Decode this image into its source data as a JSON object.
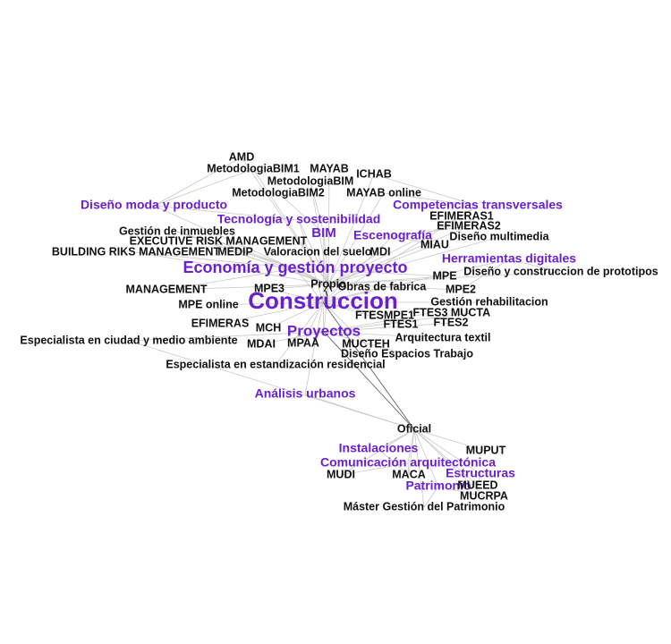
{
  "colors": {
    "category": "#6a1fd0",
    "node": "#111111",
    "edge": "#c8c8c8"
  },
  "graph": {
    "nodes": [
      {
        "id": "construccion",
        "label": "Construccion",
        "kind": "category"
      },
      {
        "id": "economia",
        "label": "Economía y gestión proyecto",
        "kind": "category"
      },
      {
        "id": "proyectos",
        "label": "Proyectos",
        "kind": "category"
      },
      {
        "id": "bim",
        "label": "BIM",
        "kind": "category"
      },
      {
        "id": "tecnologia",
        "label": "Tecnología y sostenibilidad",
        "kind": "category"
      },
      {
        "id": "diseno_moda",
        "label": "Diseño moda y producto",
        "kind": "category"
      },
      {
        "id": "competencias",
        "label": "Competencias transversales",
        "kind": "category"
      },
      {
        "id": "escenografia",
        "label": "Escenografía",
        "kind": "category"
      },
      {
        "id": "herramientas",
        "label": "Herramientas digitales",
        "kind": "category"
      },
      {
        "id": "analisis",
        "label": "Análisis urbanos",
        "kind": "category"
      },
      {
        "id": "instalaciones",
        "label": "Instalaciones",
        "kind": "category"
      },
      {
        "id": "comunicacion",
        "label": "Comunicación arquitectónica",
        "kind": "category"
      },
      {
        "id": "estructuras",
        "label": "Estructuras",
        "kind": "category"
      },
      {
        "id": "patrimonio",
        "label": "Patrimonio",
        "kind": "category"
      },
      {
        "id": "propio",
        "label": "Propio",
        "kind": "node"
      },
      {
        "id": "oficial",
        "label": "Oficial",
        "kind": "node"
      },
      {
        "id": "amd",
        "label": "AMD",
        "kind": "node"
      },
      {
        "id": "metbim1",
        "label": "MetodologiaBIM1",
        "kind": "node"
      },
      {
        "id": "mayab",
        "label": "MAYAB",
        "kind": "node"
      },
      {
        "id": "ichab",
        "label": "ICHAB",
        "kind": "node"
      },
      {
        "id": "metbim",
        "label": "MetodologiaBIM",
        "kind": "node"
      },
      {
        "id": "metbim2",
        "label": "MetodologiaBIM2",
        "kind": "node"
      },
      {
        "id": "mayabonline",
        "label": "MAYAB online",
        "kind": "node"
      },
      {
        "id": "efimeras1",
        "label": "EFIMERAS1",
        "kind": "node"
      },
      {
        "id": "efimeras2",
        "label": "EFIMERAS2",
        "kind": "node"
      },
      {
        "id": "disenomulti",
        "label": "Diseño multimedia",
        "kind": "node"
      },
      {
        "id": "miau",
        "label": "MIAU",
        "kind": "node"
      },
      {
        "id": "gestioninm",
        "label": "Gestión de inmuebles",
        "kind": "node"
      },
      {
        "id": "executive",
        "label": "EXECUTIVE RISK MANAGEMENT",
        "kind": "node"
      },
      {
        "id": "building",
        "label": "BUILDING RIKS MANAGEMENT",
        "kind": "node"
      },
      {
        "id": "medip",
        "label": "MEDIP",
        "kind": "node"
      },
      {
        "id": "valoracion",
        "label": "Valoracion del suelo",
        "kind": "node"
      },
      {
        "id": "mdi",
        "label": "MDI",
        "kind": "node"
      },
      {
        "id": "mpe",
        "label": "MPE",
        "kind": "node"
      },
      {
        "id": "disenoproto",
        "label": "Diseño y construccion de prototipos",
        "kind": "node"
      },
      {
        "id": "management",
        "label": "MANAGEMENT",
        "kind": "node"
      },
      {
        "id": "mpe3",
        "label": "MPE3",
        "kind": "node"
      },
      {
        "id": "obras",
        "label": "Obras de fabrica",
        "kind": "node"
      },
      {
        "id": "mpe2",
        "label": "MPE2",
        "kind": "node"
      },
      {
        "id": "mpeonline",
        "label": "MPE online",
        "kind": "node"
      },
      {
        "id": "gestionrehab",
        "label": "Gestión rehabilitacion",
        "kind": "node"
      },
      {
        "id": "ftesmpe1",
        "label": "FTESMPE1",
        "kind": "node"
      },
      {
        "id": "ftes3",
        "label": "FTES3",
        "kind": "node"
      },
      {
        "id": "mucta",
        "label": "MUCTA",
        "kind": "node"
      },
      {
        "id": "ftes1",
        "label": "FTES1",
        "kind": "node"
      },
      {
        "id": "ftes2",
        "label": "FTES2",
        "kind": "node"
      },
      {
        "id": "efimeras",
        "label": "EFIMERAS",
        "kind": "node"
      },
      {
        "id": "mch",
        "label": "MCH",
        "kind": "node"
      },
      {
        "id": "especialista_ciudad",
        "label": "Especialista en ciudad y medio ambiente",
        "kind": "node"
      },
      {
        "id": "mdai",
        "label": "MDAI",
        "kind": "node"
      },
      {
        "id": "mpaa",
        "label": "MPAA",
        "kind": "node"
      },
      {
        "id": "mucteh",
        "label": "MUCTEH",
        "kind": "node"
      },
      {
        "id": "arqtextil",
        "label": "Arquitectura textil",
        "kind": "node"
      },
      {
        "id": "disenoespacios",
        "label": "Diseño Espacios Trabajo",
        "kind": "node"
      },
      {
        "id": "especialista_estand",
        "label": "Especialista en estandización residencial",
        "kind": "node"
      },
      {
        "id": "muput",
        "label": "MUPUT",
        "kind": "node"
      },
      {
        "id": "mudi",
        "label": "MUDI",
        "kind": "node"
      },
      {
        "id": "maca",
        "label": "MACA",
        "kind": "node"
      },
      {
        "id": "mueed",
        "label": "MUEED",
        "kind": "node"
      },
      {
        "id": "mucrpa",
        "label": "MUCRPA",
        "kind": "node"
      },
      {
        "id": "master_patrimonio",
        "label": "Máster Gestión del Patrimonio",
        "kind": "node"
      }
    ]
  }
}
